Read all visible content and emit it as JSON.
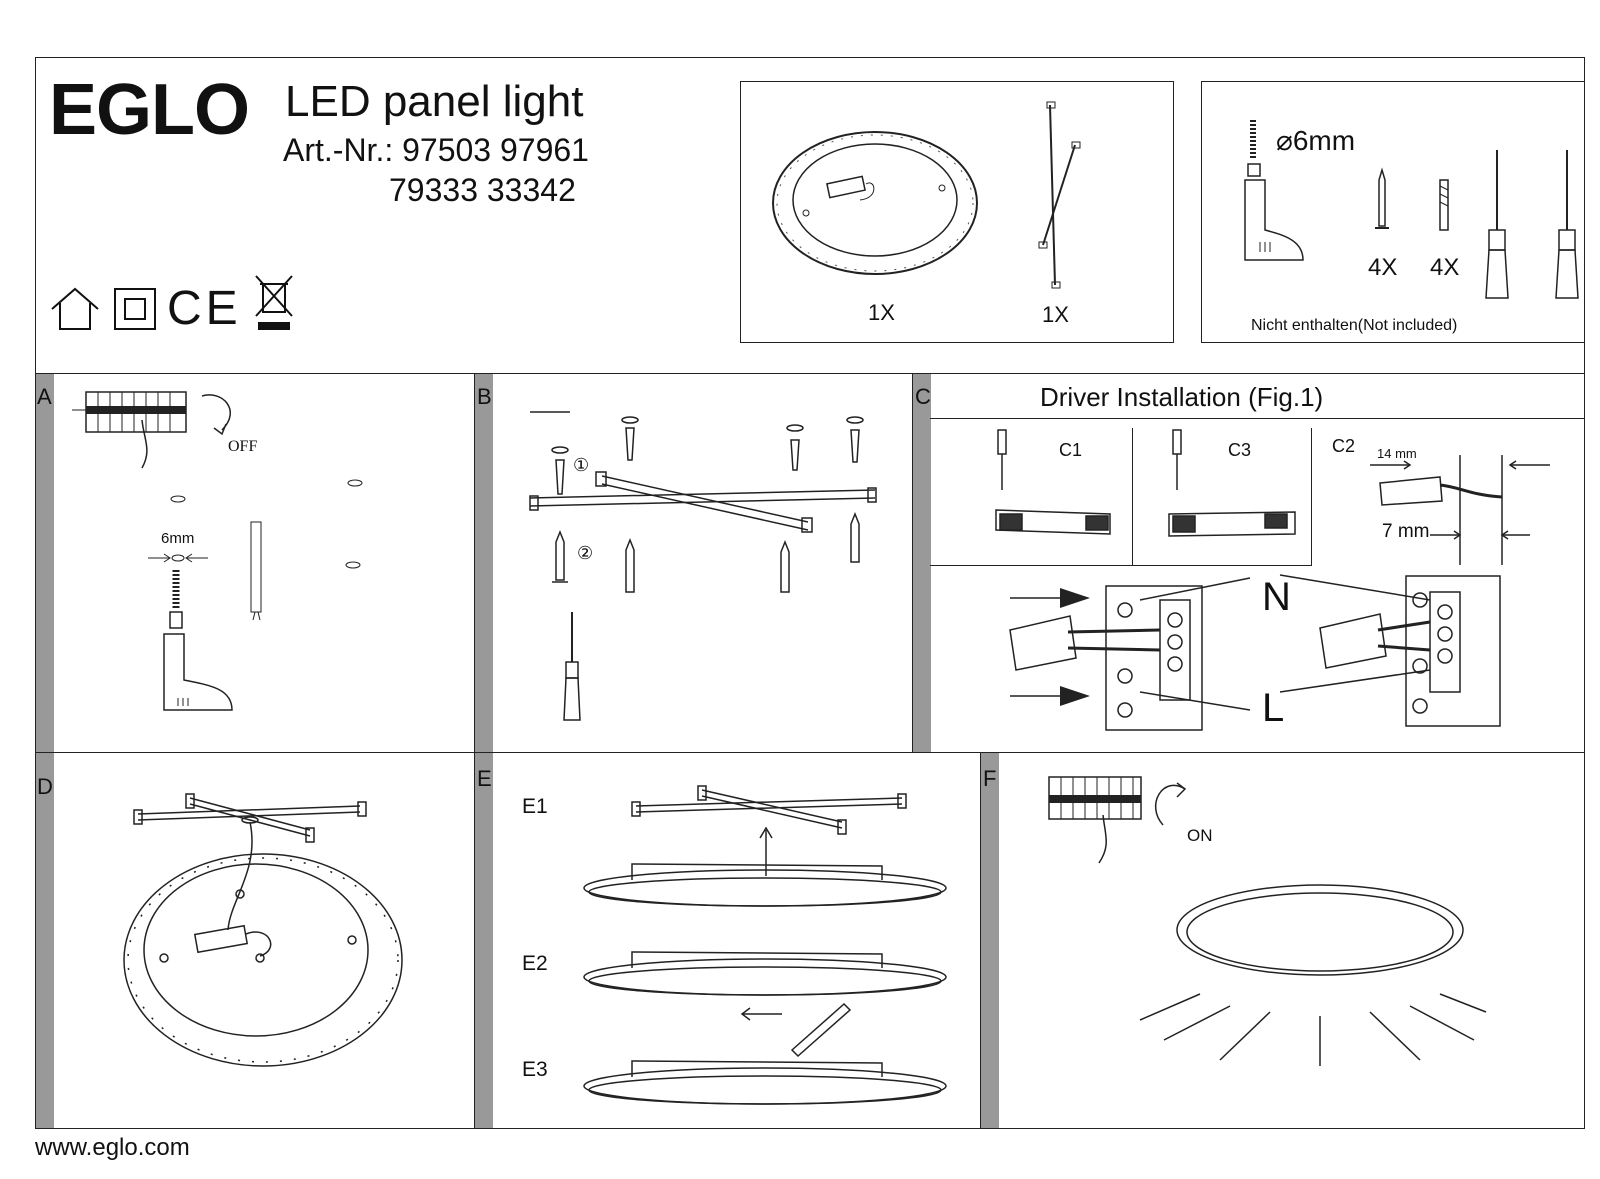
{
  "header": {
    "brand": "EGLO",
    "product_title": "LED panel light",
    "art_prefix": "Art.-Nr.:",
    "art_numbers_line1": "97503 97961",
    "art_numbers_line2": "79333 33342",
    "symbols": [
      "house-icon",
      "class-ii-icon",
      "ce-mark",
      "weee-bin-icon"
    ],
    "ce_text": "CE"
  },
  "parts": {
    "panel_qty": "1X",
    "bracket_qty": "1X"
  },
  "tools": {
    "drill_size": "⌀6mm",
    "screw_qty": "4X",
    "plug_qty": "4X",
    "note": "Nicht enthalten(Not included)"
  },
  "steps": {
    "a": {
      "label": "A",
      "off_text": "OFF",
      "drill_label": "6mm"
    },
    "b": {
      "label": "B",
      "marker1": "①",
      "marker2": "②"
    },
    "c": {
      "label": "C",
      "title": "Driver Installation (Fig.1)",
      "c1": "C1",
      "c3": "C3",
      "c2": "C2",
      "strip_long": "14 mm",
      "strip_short": "7 mm",
      "neutral": "N",
      "live": "L"
    },
    "d": {
      "label": "D"
    },
    "e": {
      "label": "E",
      "e1": "E1",
      "e2": "E2",
      "e3": "E3"
    },
    "f": {
      "label": "F",
      "on_text": "ON"
    }
  },
  "footer": {
    "url": "www.eglo.com"
  }
}
